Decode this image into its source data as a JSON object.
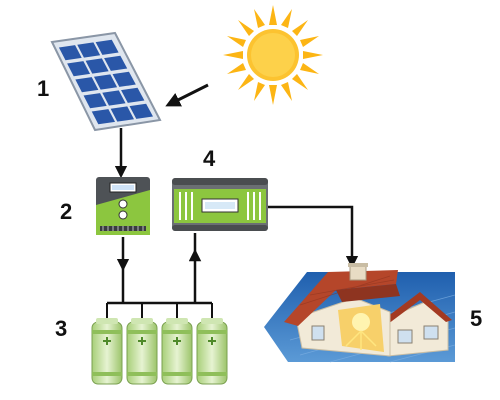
{
  "labels": {
    "panel": "1",
    "controller": "2",
    "battery": "3",
    "inverter": "4",
    "house": "5"
  },
  "colors": {
    "sun": "#fcb514",
    "panel_cell": "#2a57a8",
    "device_green": "#8cc63f",
    "device_gray": "#6b6f73",
    "battery_green": "#b8d98a",
    "arrow": "#111111",
    "roof": "#b5462a",
    "house_wall": "#f2ead8",
    "lawn": "#3a7bbf"
  },
  "icons": [
    "sun-icon",
    "solar-panel-icon",
    "charge-controller-icon",
    "inverter-icon",
    "battery-icon",
    "house-icon"
  ]
}
